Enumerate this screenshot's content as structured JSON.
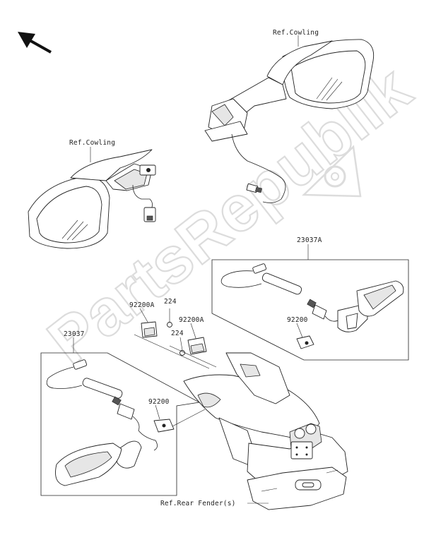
{
  "watermark": {
    "text": "PartsRepublik"
  },
  "labels": {
    "ref_cowling_right": "Ref.Cowling",
    "ref_cowling_left": "Ref.Cowling",
    "part_23037A": "23037A",
    "part_92200_right": "92200",
    "part_92200A_left": "92200A",
    "part_224_top": "224",
    "part_92200A_center": "92200A",
    "part_224_center": "224",
    "part_23037": "23037",
    "part_92200_left": "92200",
    "ref_rear_fender": "Ref.Rear Fender(s)"
  },
  "icons": {
    "direction": "front-arrow-icon",
    "watermark_logo": "gear-icon"
  }
}
